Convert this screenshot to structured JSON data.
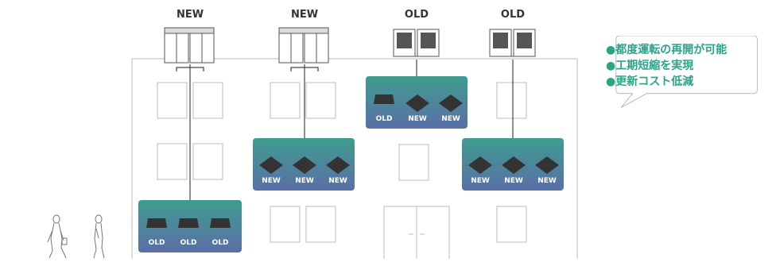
{
  "units": {
    "outdoor": [
      {
        "label": "NEW",
        "kind": "new"
      },
      {
        "label": "NEW",
        "kind": "new"
      },
      {
        "label": "OLD",
        "kind": "old"
      },
      {
        "label": "OLD",
        "kind": "old"
      }
    ]
  },
  "groups": [
    {
      "labels": [
        "OLD",
        "OLD",
        "OLD"
      ]
    },
    {
      "labels": [
        "NEW",
        "NEW",
        "NEW"
      ]
    },
    {
      "labels": [
        "OLD",
        "NEW",
        "NEW"
      ]
    },
    {
      "labels": [
        "NEW",
        "NEW",
        "NEW"
      ]
    }
  ],
  "benefits": [
    "●都度運転の再開が可能",
    "●工期短縮を実現",
    "●更新コスト低減"
  ],
  "colors": {
    "accent": "#2aa486",
    "panel_top": "#3f9c8e",
    "panel_bottom": "#5a6fa8",
    "line": "#444444"
  }
}
